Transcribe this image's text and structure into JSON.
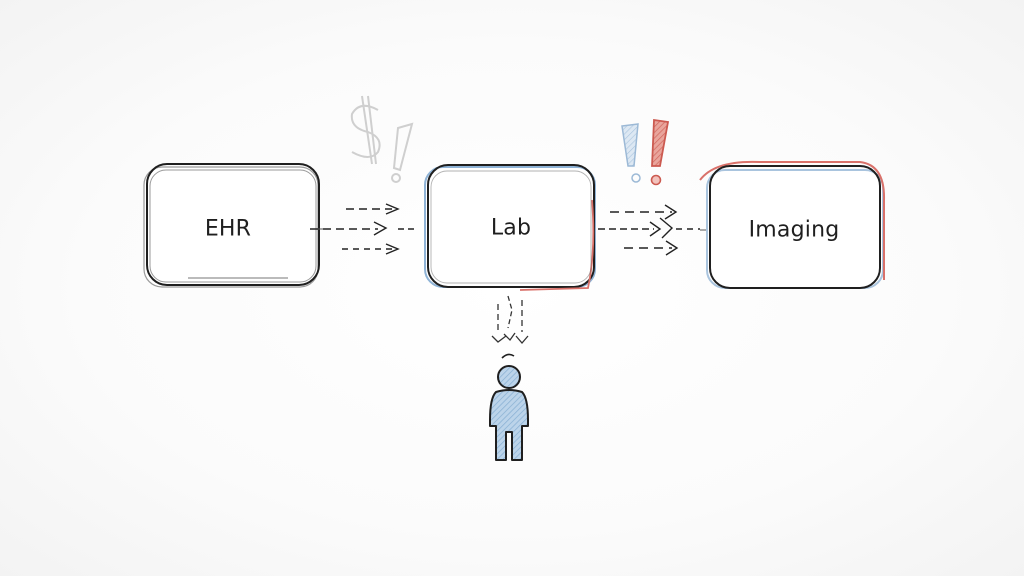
{
  "diagram": {
    "nodes": [
      {
        "id": "ehr",
        "label": "EHR",
        "accent": "#222222"
      },
      {
        "id": "lab",
        "label": "Lab",
        "accent": "#8fb3d6"
      },
      {
        "id": "imaging",
        "label": "Imaging",
        "accent": "#d9716a"
      }
    ],
    "edges": [
      {
        "from": "ehr",
        "to": "lab",
        "style": "dashed",
        "count": 3
      },
      {
        "from": "lab",
        "to": "imaging",
        "style": "dashed",
        "count": 3
      },
      {
        "from": "lab",
        "to": "person",
        "style": "dashed",
        "count": 3
      }
    ],
    "annotations": [
      {
        "id": "cost-alert",
        "symbols": "$!",
        "color": "#c8c8c8"
      },
      {
        "id": "warning-alert",
        "symbols": "!!",
        "colors": [
          "#a9c4de",
          "#d9716a"
        ]
      }
    ],
    "person": {
      "id": "person",
      "fill": "#a9c8e4"
    }
  }
}
